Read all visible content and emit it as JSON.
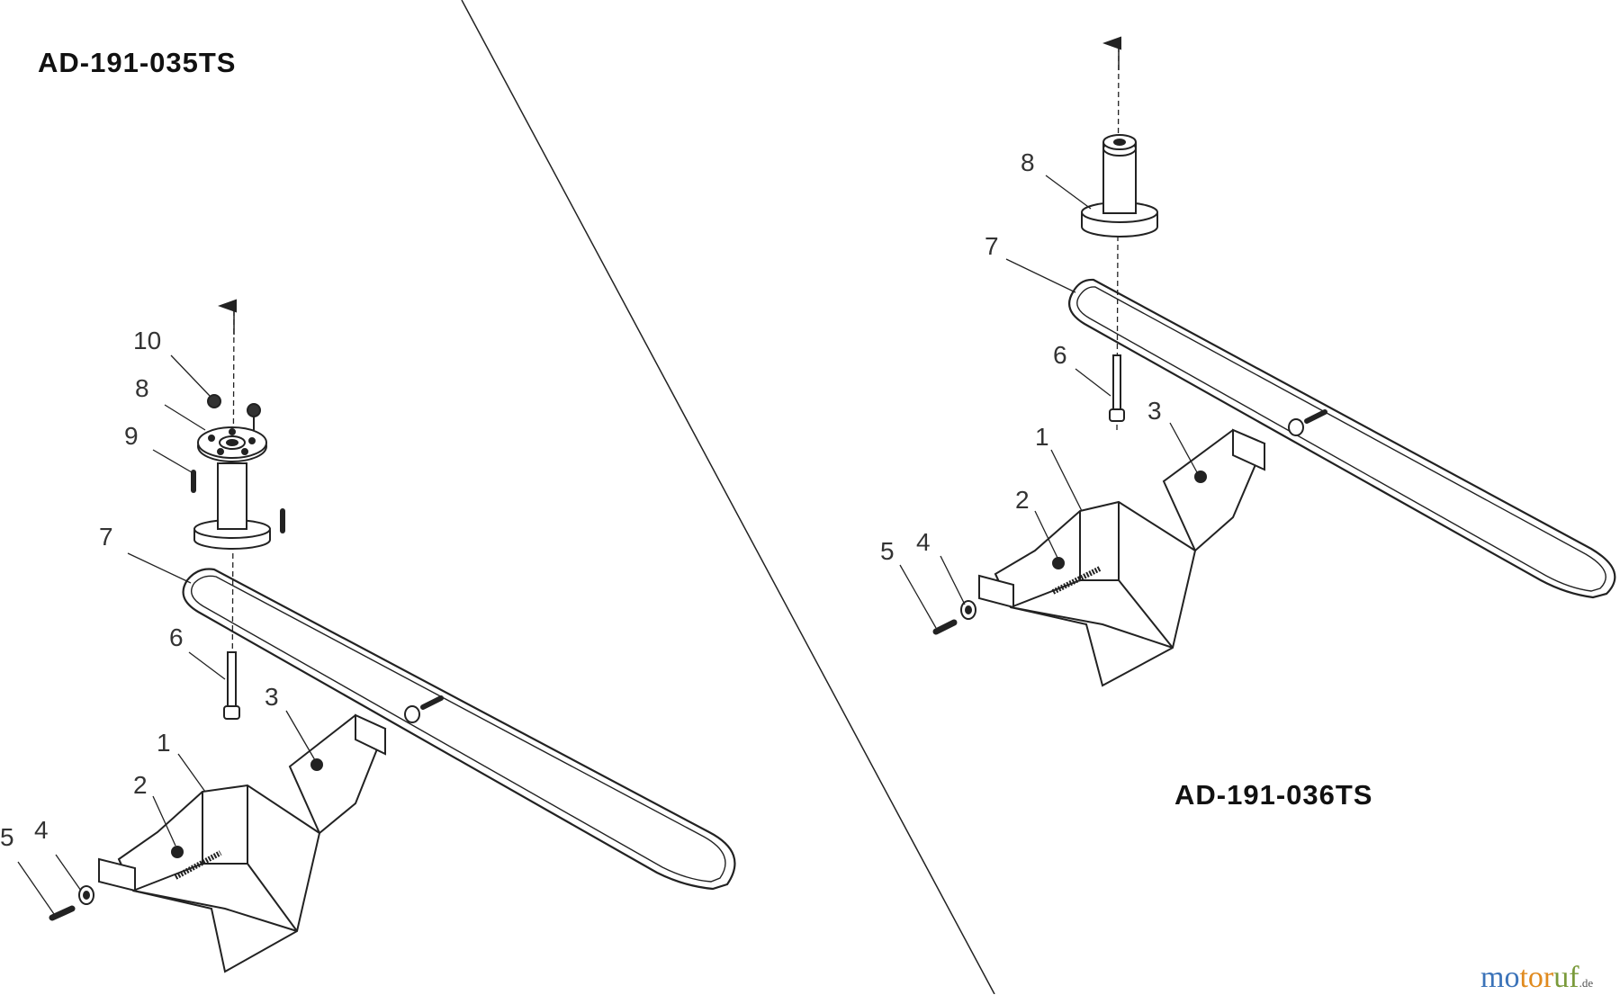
{
  "diagrams": {
    "left": {
      "title": "AD-191-035TS",
      "part_numbers": [
        "1",
        "2",
        "3",
        "4",
        "5",
        "6",
        "7",
        "8",
        "9",
        "10"
      ]
    },
    "right": {
      "title": "AD-191-036TS",
      "part_numbers": [
        "1",
        "2",
        "3",
        "4",
        "5",
        "6",
        "7",
        "8"
      ]
    }
  },
  "watermark": {
    "text_part1": "mo",
    "text_part2": "tor",
    "text_part3": "uf",
    "suffix": ".de",
    "colors": {
      "part1": "#3b73b9",
      "part2": "#e08a1e",
      "part3": "#7a9a3a"
    }
  },
  "colors": {
    "line": "#222222",
    "text": "#333333"
  }
}
